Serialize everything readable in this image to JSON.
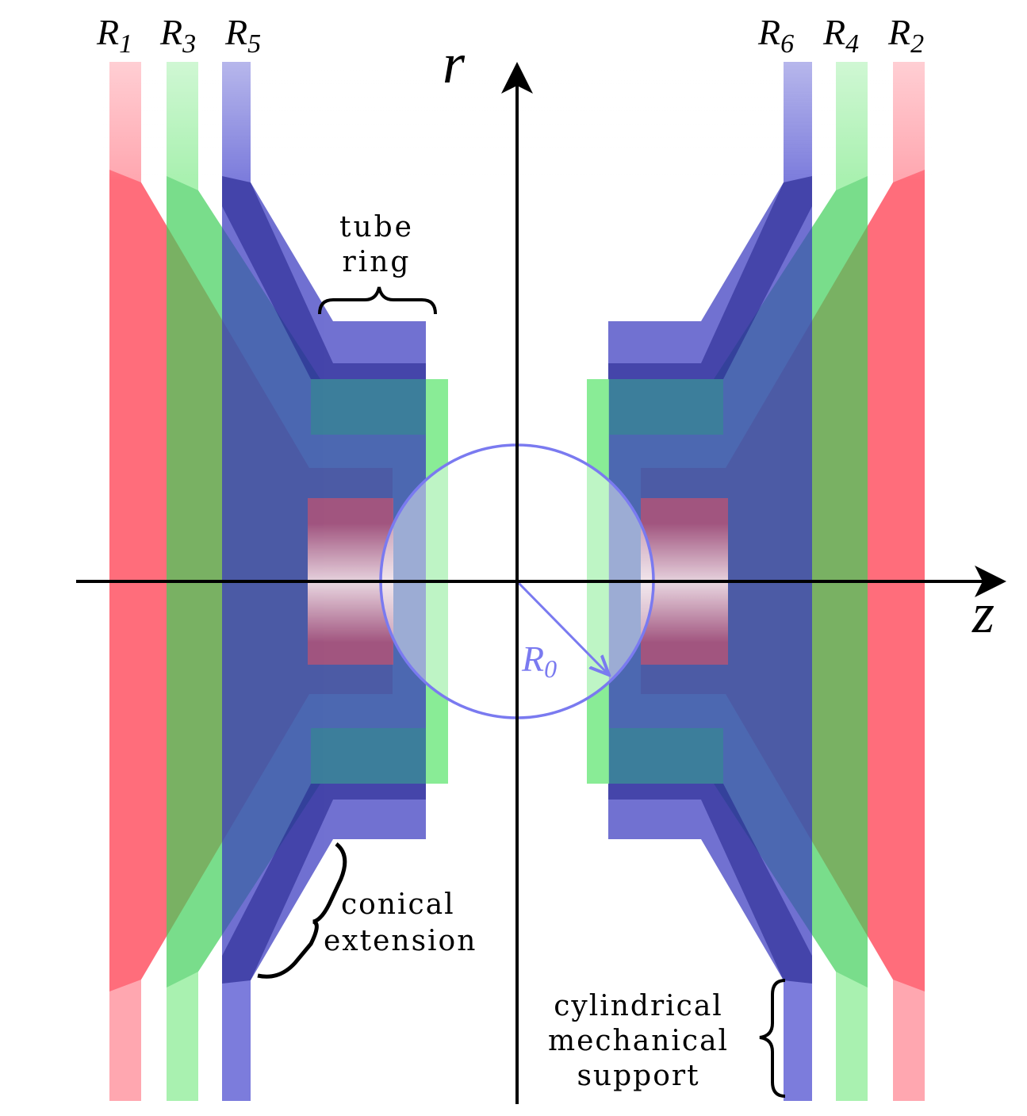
{
  "axes": {
    "r_label": "r",
    "z_label": "z"
  },
  "rings": [
    {
      "id": "R1",
      "sym": "R",
      "sub": "1",
      "color": "#ff6f7f"
    },
    {
      "id": "R3",
      "sym": "R",
      "sub": "3",
      "color": "#5fe06f"
    },
    {
      "id": "R5",
      "sym": "R",
      "sub": "5",
      "color": "#4a4acf"
    },
    {
      "id": "R6",
      "sym": "R",
      "sub": "6",
      "color": "#4a4acf"
    },
    {
      "id": "R4",
      "sym": "R",
      "sub": "4",
      "color": "#5fe06f"
    },
    {
      "id": "R2",
      "sym": "R",
      "sub": "2",
      "color": "#ff6f7f"
    }
  ],
  "sphere": {
    "label_sym": "R",
    "label_sub": "0",
    "color": "#7a7af0"
  },
  "annotations": {
    "tube_ring": [
      "tube",
      "ring"
    ],
    "conical_extension": [
      "conical",
      "extension"
    ],
    "cylindrical_support": [
      "cylindrical",
      "mechanical",
      "support"
    ]
  },
  "colors": {
    "red": "#ff5a6a",
    "green": "#55e06a",
    "blue": "#3a3ac4",
    "axis": "#000000",
    "sphere": "#7a7af0"
  }
}
